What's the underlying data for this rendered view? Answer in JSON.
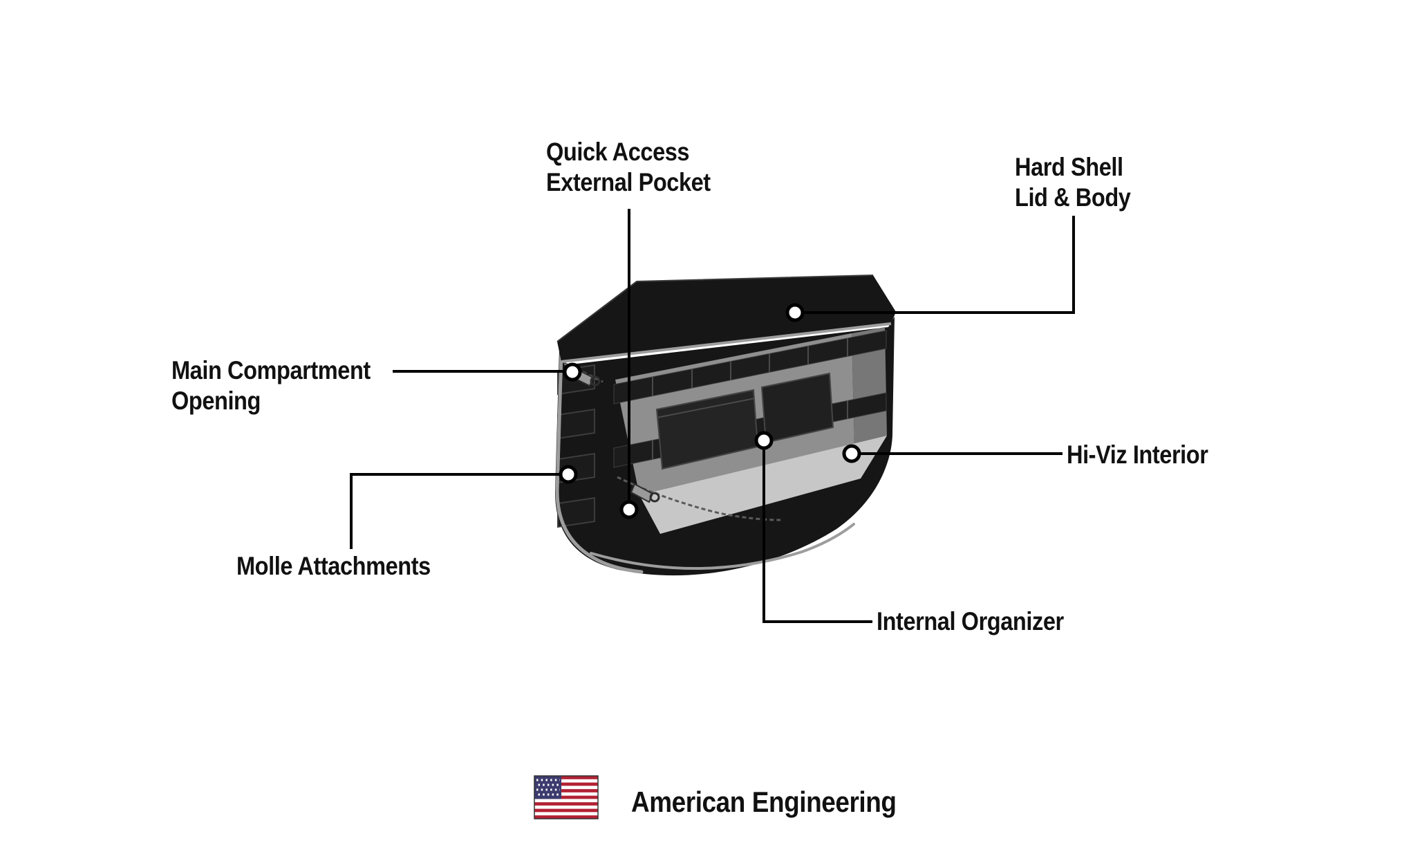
{
  "diagram": {
    "labels": {
      "quick_access": {
        "line1": "Quick Access",
        "line2": "External Pocket"
      },
      "hard_shell": {
        "line1": "Hard Shell",
        "line2": "Lid & Body"
      },
      "main_compartment": {
        "line1": "Main Compartment",
        "line2": "Opening"
      },
      "hi_viz": "Hi-Viz Interior",
      "molle": "Molle Attachments",
      "internal_organizer": "Internal Organizer"
    },
    "footer": {
      "text": "American Engineering",
      "flag_icon": "us-flag-icon"
    },
    "colors": {
      "background": "#ffffff",
      "text": "#111111",
      "line": "#000000",
      "bag_black": "#161616",
      "interior_gray": "#8f8f8f",
      "interior_dark": "#777777",
      "floor_gray": "#c7c7c7",
      "accent_gray": "#9d9d9d",
      "flag_red": "#b22234",
      "flag_blue": "#3c3b6e",
      "flag_white": "#ffffff"
    }
  }
}
